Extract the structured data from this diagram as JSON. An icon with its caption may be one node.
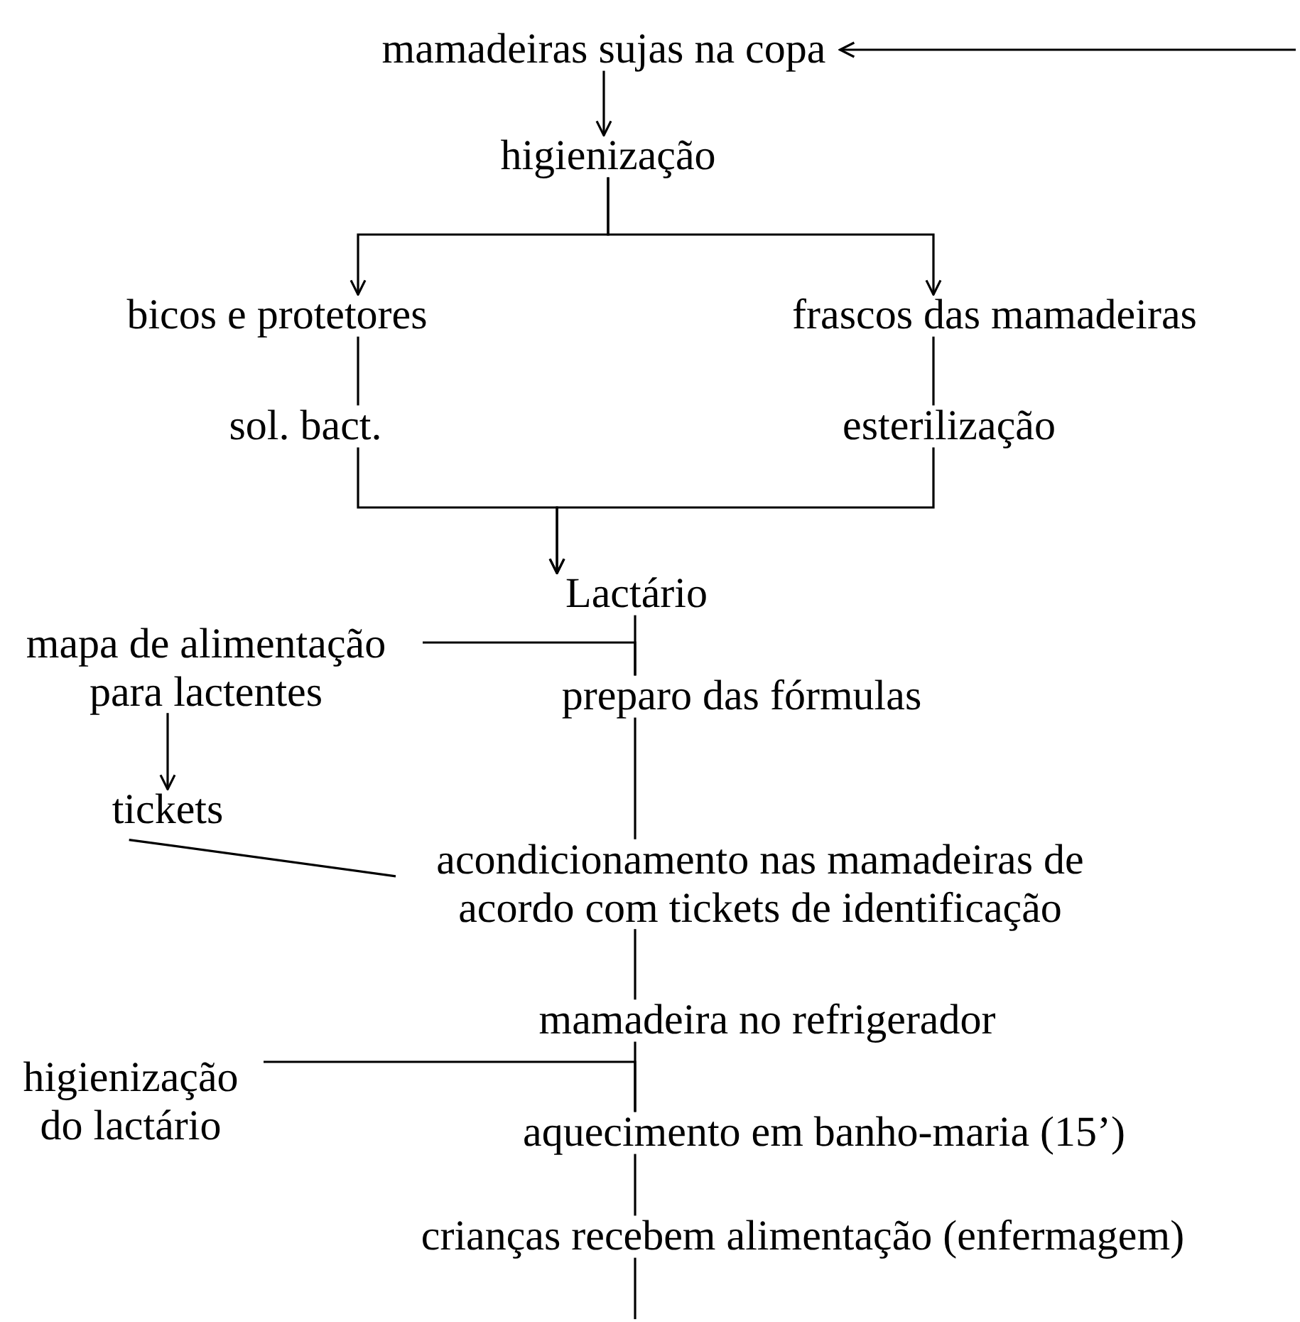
{
  "diagram": {
    "nodes": [
      {
        "text": [
          "mamadeiras sujas na copa"
        ]
      },
      {
        "text": [
          "higienização"
        ]
      },
      {
        "text": [
          "bicos e protetores"
        ]
      },
      {
        "text": [
          "frascos das mamadeiras"
        ]
      },
      {
        "text": [
          "sol. bact."
        ]
      },
      {
        "text": [
          "esterilização"
        ]
      },
      {
        "text": [
          "Lactário"
        ]
      },
      {
        "text": [
          "mapa de alimentação para lactentes"
        ]
      },
      {
        "text": [
          "preparo das fórmulas"
        ]
      },
      {
        "text": [
          "tickets"
        ]
      },
      {
        "text": [
          "acondicionamento nas mamadeiras de acordo com tickets de identificação"
        ]
      },
      {
        "text": [
          "mamadeira no refrigerador"
        ]
      },
      {
        "text": [
          "higienização do lactário"
        ]
      },
      {
        "text": [
          "aquecimento em banho-maria (15’)"
        ]
      },
      {
        "text": [
          "crianças recebem alimentação (enfermagem)"
        ]
      }
    ],
    "edges": [
      {
        "from": null,
        "to": 0,
        "arrow": "to"
      },
      {
        "from": 0,
        "to": 1,
        "arrow": "to"
      },
      {
        "from": 1,
        "to": 2,
        "arrow": "to"
      },
      {
        "from": 1,
        "to": 3,
        "arrow": "to"
      },
      {
        "from": 2,
        "to": 4,
        "arrow": "none"
      },
      {
        "from": 3,
        "to": 5,
        "arrow": "none"
      },
      {
        "from": 4,
        "to": 6,
        "arrow": "to"
      },
      {
        "from": 5,
        "to": 6,
        "arrow": "to"
      },
      {
        "from": 6,
        "to": 8,
        "arrow": "none"
      },
      {
        "from": 7,
        "to": 8,
        "arrow": "none"
      },
      {
        "from": 7,
        "to": 9,
        "arrow": "to"
      },
      {
        "from": 8,
        "to": 10,
        "arrow": "none"
      },
      {
        "from": 9,
        "to": 10,
        "arrow": "none"
      },
      {
        "from": 10,
        "to": 11,
        "arrow": "none"
      },
      {
        "from": 12,
        "to": 13,
        "arrow": "none"
      },
      {
        "from": 11,
        "to": 13,
        "arrow": "none"
      },
      {
        "from": 13,
        "to": 14,
        "arrow": "none"
      },
      {
        "from": 14,
        "to": null,
        "arrow": "none"
      }
    ]
  }
}
